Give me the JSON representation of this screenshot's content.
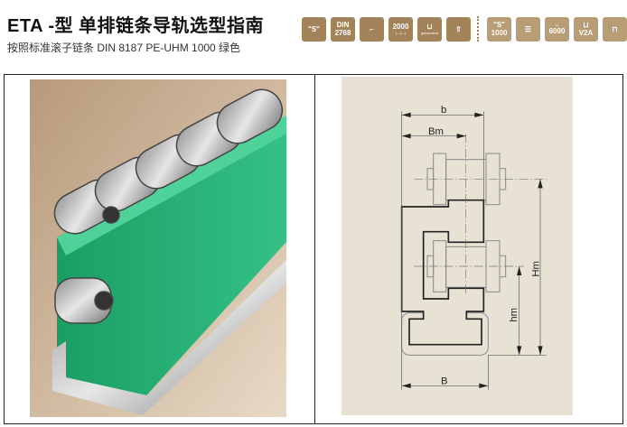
{
  "header": {
    "title": "ETA -型  单排链条导轨选型指南",
    "subtitle": "按照标准滚子链条  DIN 8187    PE-UHM 1000 绿色"
  },
  "icons": [
    {
      "name": "s-profile-icon",
      "text": "\"S\""
    },
    {
      "name": "din-2768-icon",
      "text": "DIN",
      "text2": "2768"
    },
    {
      "name": "corner-profile-icon",
      "text": ""
    },
    {
      "name": "length-2000-icon",
      "text": "2000"
    },
    {
      "name": "galvanized-channel-icon",
      "text": "galvanized"
    },
    {
      "name": "mounting-icon",
      "text": ""
    },
    {
      "name": "s-1000-icon",
      "text": "\"S\"",
      "text2": "1000"
    },
    {
      "name": "strip-icon",
      "text": ""
    },
    {
      "name": "length-6000-icon",
      "text": "6000"
    },
    {
      "name": "v2a-channel-icon",
      "text": "V2A"
    },
    {
      "name": "profile-end-icon",
      "text": ""
    }
  ],
  "diagram": {
    "labels": {
      "b": "b",
      "bm": "Bm",
      "B": "B",
      "hm": "hm",
      "Hm": "Hm"
    }
  },
  "colors": {
    "icon": "#a3845a",
    "green": "#1fae6e",
    "diagram_bg": "#e8e2d4"
  }
}
